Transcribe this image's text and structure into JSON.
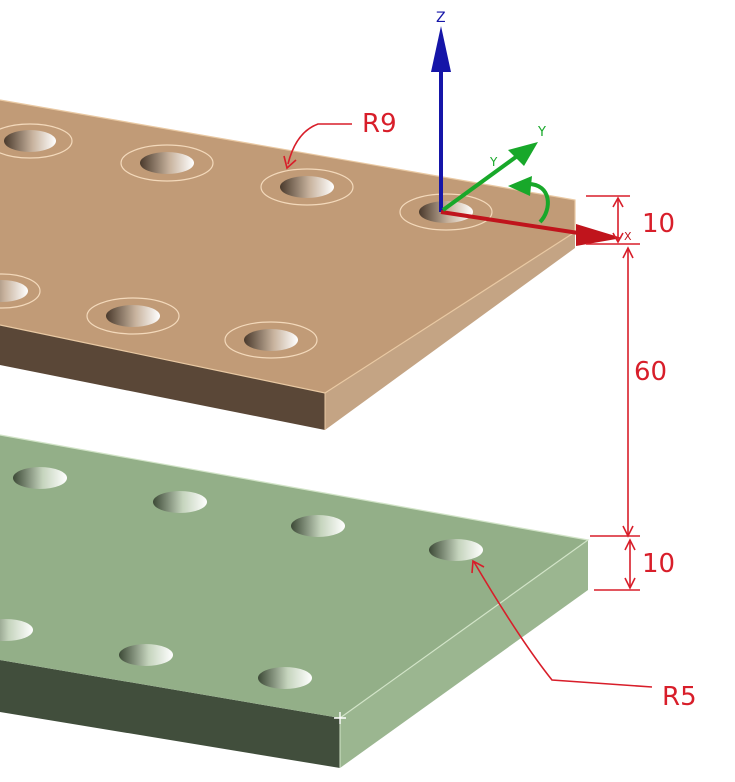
{
  "axes": {
    "z": "Z",
    "y": "Y",
    "x": "X",
    "y_secondary": "Y"
  },
  "annotations": {
    "top_radius": "R9",
    "bottom_radius": "R5",
    "top_thickness": "10",
    "gap": "60",
    "bottom_thickness": "10"
  },
  "colors": {
    "top_plate": "#c19b77",
    "bottom_plate": "#93af88",
    "dimension": "#d81e2a",
    "z_axis": "#1515a8",
    "y_axis": "#18a82a",
    "x_axis": "#c0141c"
  }
}
